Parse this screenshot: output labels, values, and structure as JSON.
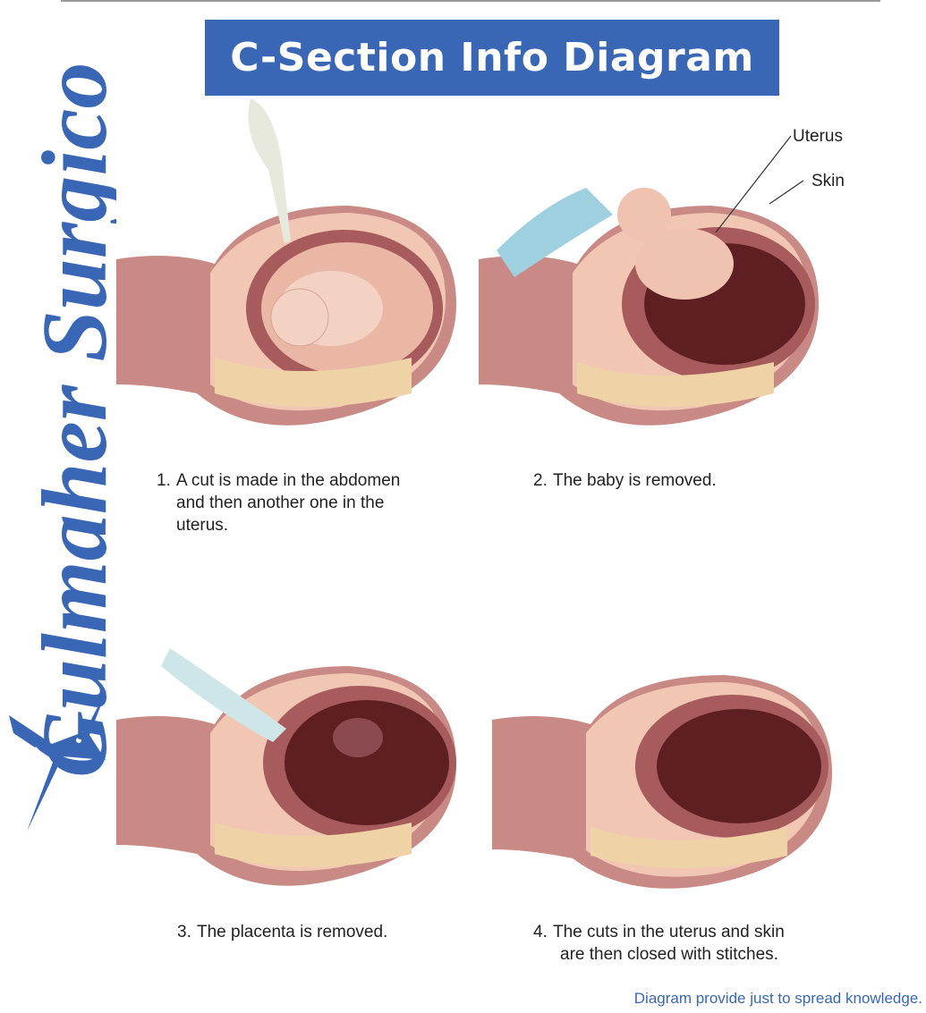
{
  "title": "C-Section Info Diagram",
  "brand": {
    "name": "Gulmaher Surgico",
    "logo_icon": "swallow-bird-icon",
    "color": "#3a67b5"
  },
  "labels": {
    "uterus": "Uterus",
    "skin": "Skin"
  },
  "steps": [
    {
      "number": "1.",
      "lines": [
        "A cut is made in the abdomen",
        "and then another one in the",
        "uterus."
      ]
    },
    {
      "number": "2.",
      "lines": [
        "The baby is removed."
      ]
    },
    {
      "number": "3.",
      "lines": [
        "The placenta is removed."
      ]
    },
    {
      "number": "4.",
      "lines": [
        "The cuts in the uterus and skin",
        "are then closed with stitches."
      ]
    }
  ],
  "footer": "Diagram provide just to spread knowledge.",
  "colors": {
    "banner": "#3a67b5",
    "tissue": "#c98a86",
    "cavity": "#5e1f22",
    "skin": "#f1c7b4"
  }
}
